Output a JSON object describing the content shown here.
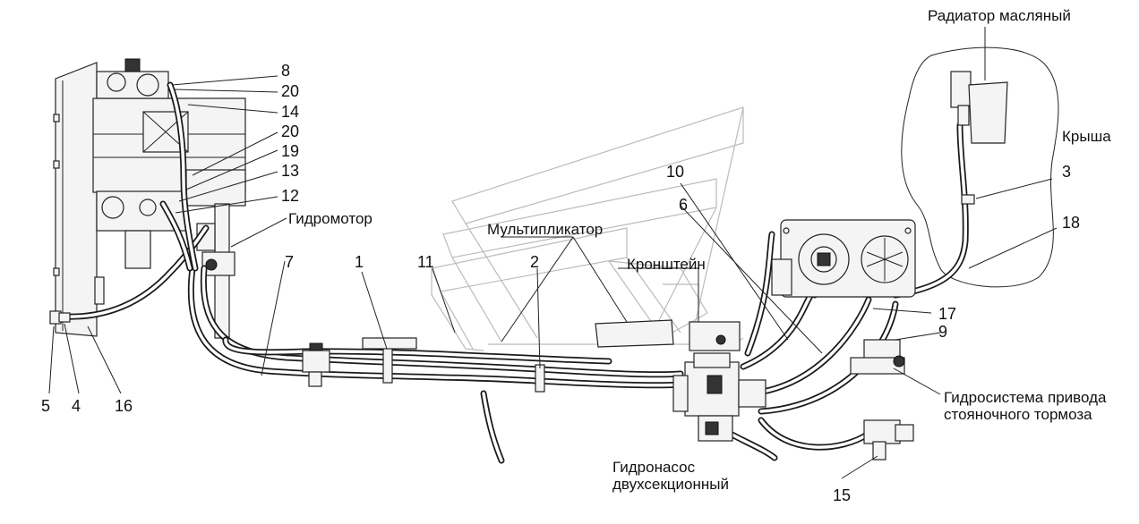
{
  "labels": {
    "radiator": "Радиатор масляный",
    "roof": "Крыша",
    "hydromotor": "Гидромотор",
    "multiplier": "Мультипликатор",
    "bracket": "Кронштейн",
    "pump_line1": "Гидронасос",
    "pump_line2": "двухсекционный",
    "brake_line1": "Гидросистема привода",
    "brake_line2": "стояночного тормоза"
  },
  "callouts": {
    "n8": "8",
    "n20a": "20",
    "n14": "14",
    "n20b": "20",
    "n19": "19",
    "n13": "13",
    "n12": "12",
    "n7": "7",
    "n1": "1",
    "n11": "11",
    "n2": "2",
    "n10": "10",
    "n6": "6",
    "n3": "3",
    "n18": "18",
    "n17": "17",
    "n9": "9",
    "n5": "5",
    "n4": "4",
    "n16": "16",
    "n15": "15"
  }
}
